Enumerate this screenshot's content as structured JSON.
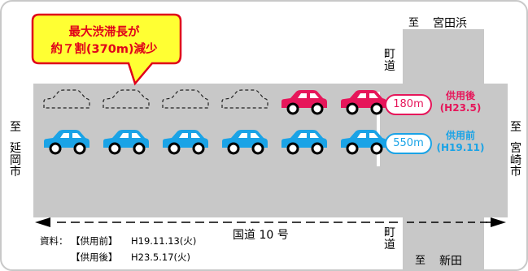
{
  "callout": {
    "line1": "最大渋滞長が",
    "line2": "約７割(370m)減少",
    "fill": "#ffff33",
    "border": "#e0001a"
  },
  "directions": {
    "north": {
      "to": "至",
      "place": "宮田浜"
    },
    "south": {
      "to": "至",
      "place": "新田"
    },
    "west": {
      "to": "至",
      "place": "延岡市"
    },
    "east": {
      "to": "至",
      "place": "宮崎市"
    }
  },
  "side_road": {
    "upper": "町道",
    "lower": "町道"
  },
  "main_road": {
    "label": "国道 10 号"
  },
  "after": {
    "length": "180m",
    "caption_line1": "供用後",
    "caption_line2": "(H23.5)",
    "color": "#e6165a",
    "queued_cars": 2,
    "removed_cars": 4
  },
  "before": {
    "length": "550m",
    "caption_line1": "供用前",
    "caption_line2": "(H19.11)",
    "color": "#1aa3e6",
    "queued_cars": 6
  },
  "source": {
    "label": "資料：",
    "before_label": "【供用前】",
    "before_date": "H19.11.13(火)",
    "after_label": "【供用後】",
    "after_date": "H23.5.17(火)"
  }
}
